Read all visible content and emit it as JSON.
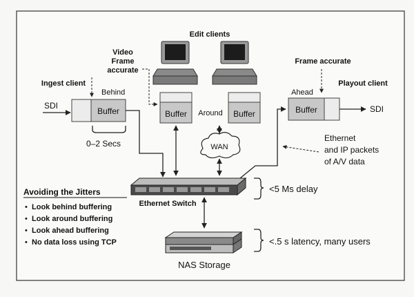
{
  "edit_clients": {
    "title": "Edit clients",
    "buffer_left": "Buffer",
    "buffer_right": "Buffer",
    "around": "Around"
  },
  "video_note": {
    "line1": "Video",
    "line2": "Frame",
    "line3": "accurate"
  },
  "ingest": {
    "title": "Ingest client",
    "behind": "Behind",
    "buffer": "Buffer",
    "input": "SDI",
    "range": "0–2 Secs"
  },
  "playout": {
    "title": "Playout client",
    "frame_note": "Frame accurate",
    "ahead": "Ahead",
    "buffer": "Buffer",
    "output": "SDI"
  },
  "wan": {
    "label": "WAN"
  },
  "ethernet_note": {
    "line1": "Ethernet",
    "line2": "and IP packets",
    "line3": "of A/V data"
  },
  "switch": {
    "label": "Ethernet Switch",
    "delay": "<5 Ms delay"
  },
  "storage": {
    "label": "NAS Storage",
    "latency": "<.5 s latency, many users"
  },
  "jitters": {
    "title": "Avoiding the Jitters",
    "items": [
      "Look behind buffering",
      "Look around buffering",
      "Look ahead buffering",
      "No data loss using TCP"
    ]
  }
}
